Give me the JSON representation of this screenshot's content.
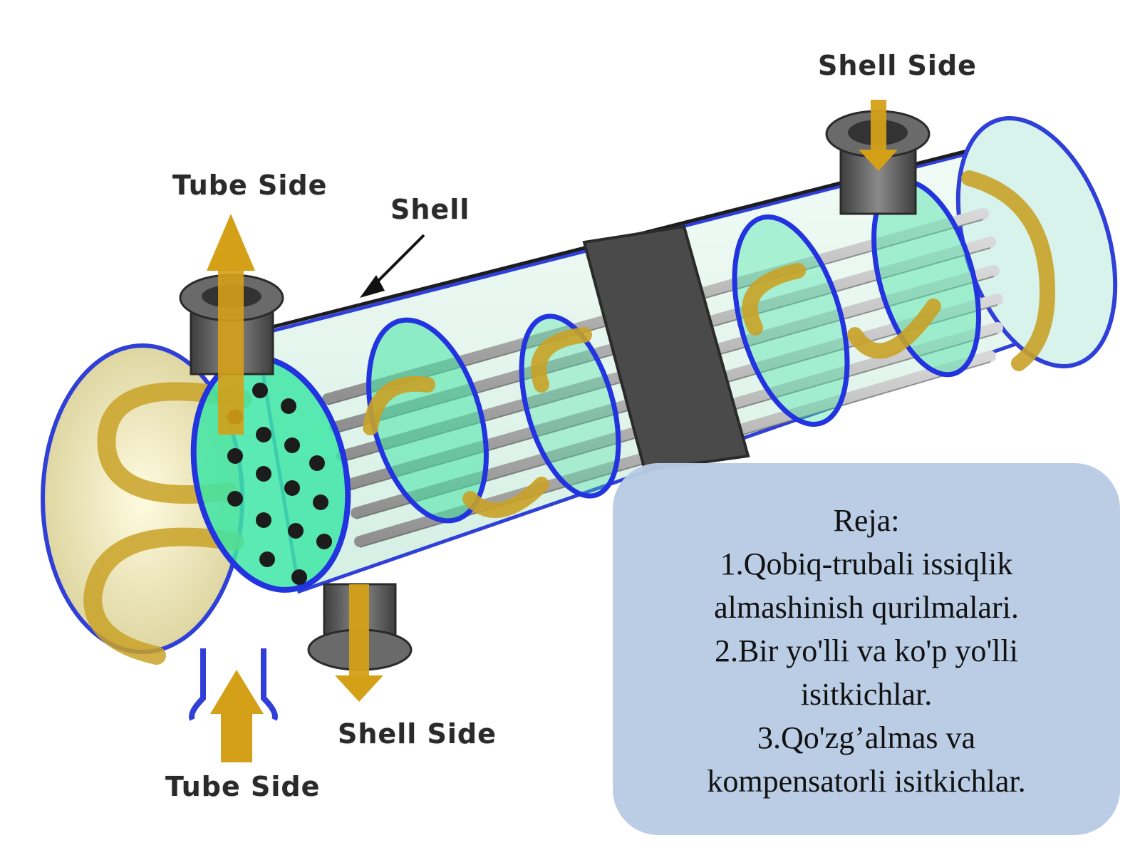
{
  "labels": {
    "shell_side_top": "Shell  Side",
    "tube_side_top": "Tube  Side",
    "shell": "Shell",
    "shell_side_bottom": "Shell  Side",
    "tube_side_bottom": "Tube  Side"
  },
  "plan": {
    "lines": [
      "Reja:",
      "1.Qobiq-trubali issiqlik",
      "almashinish qurilmalari.",
      "2.Bir yo'lli va ko'p yo'lli",
      "isitkichlar.",
      "3.Qo'zg’almas  va",
      "kompensatorli isitkichlar."
    ]
  },
  "colors": {
    "shell_outline": "#2f3fd8",
    "shell_fill": "#e6f6ee",
    "baffle_fill": "#3ee6a6",
    "tubes": "#a9a9a9",
    "flow_arrows": "#c9a227",
    "nozzles": "#5a5a5a",
    "band": "#4a4a4a",
    "plan_box": "#b8cbe4"
  }
}
